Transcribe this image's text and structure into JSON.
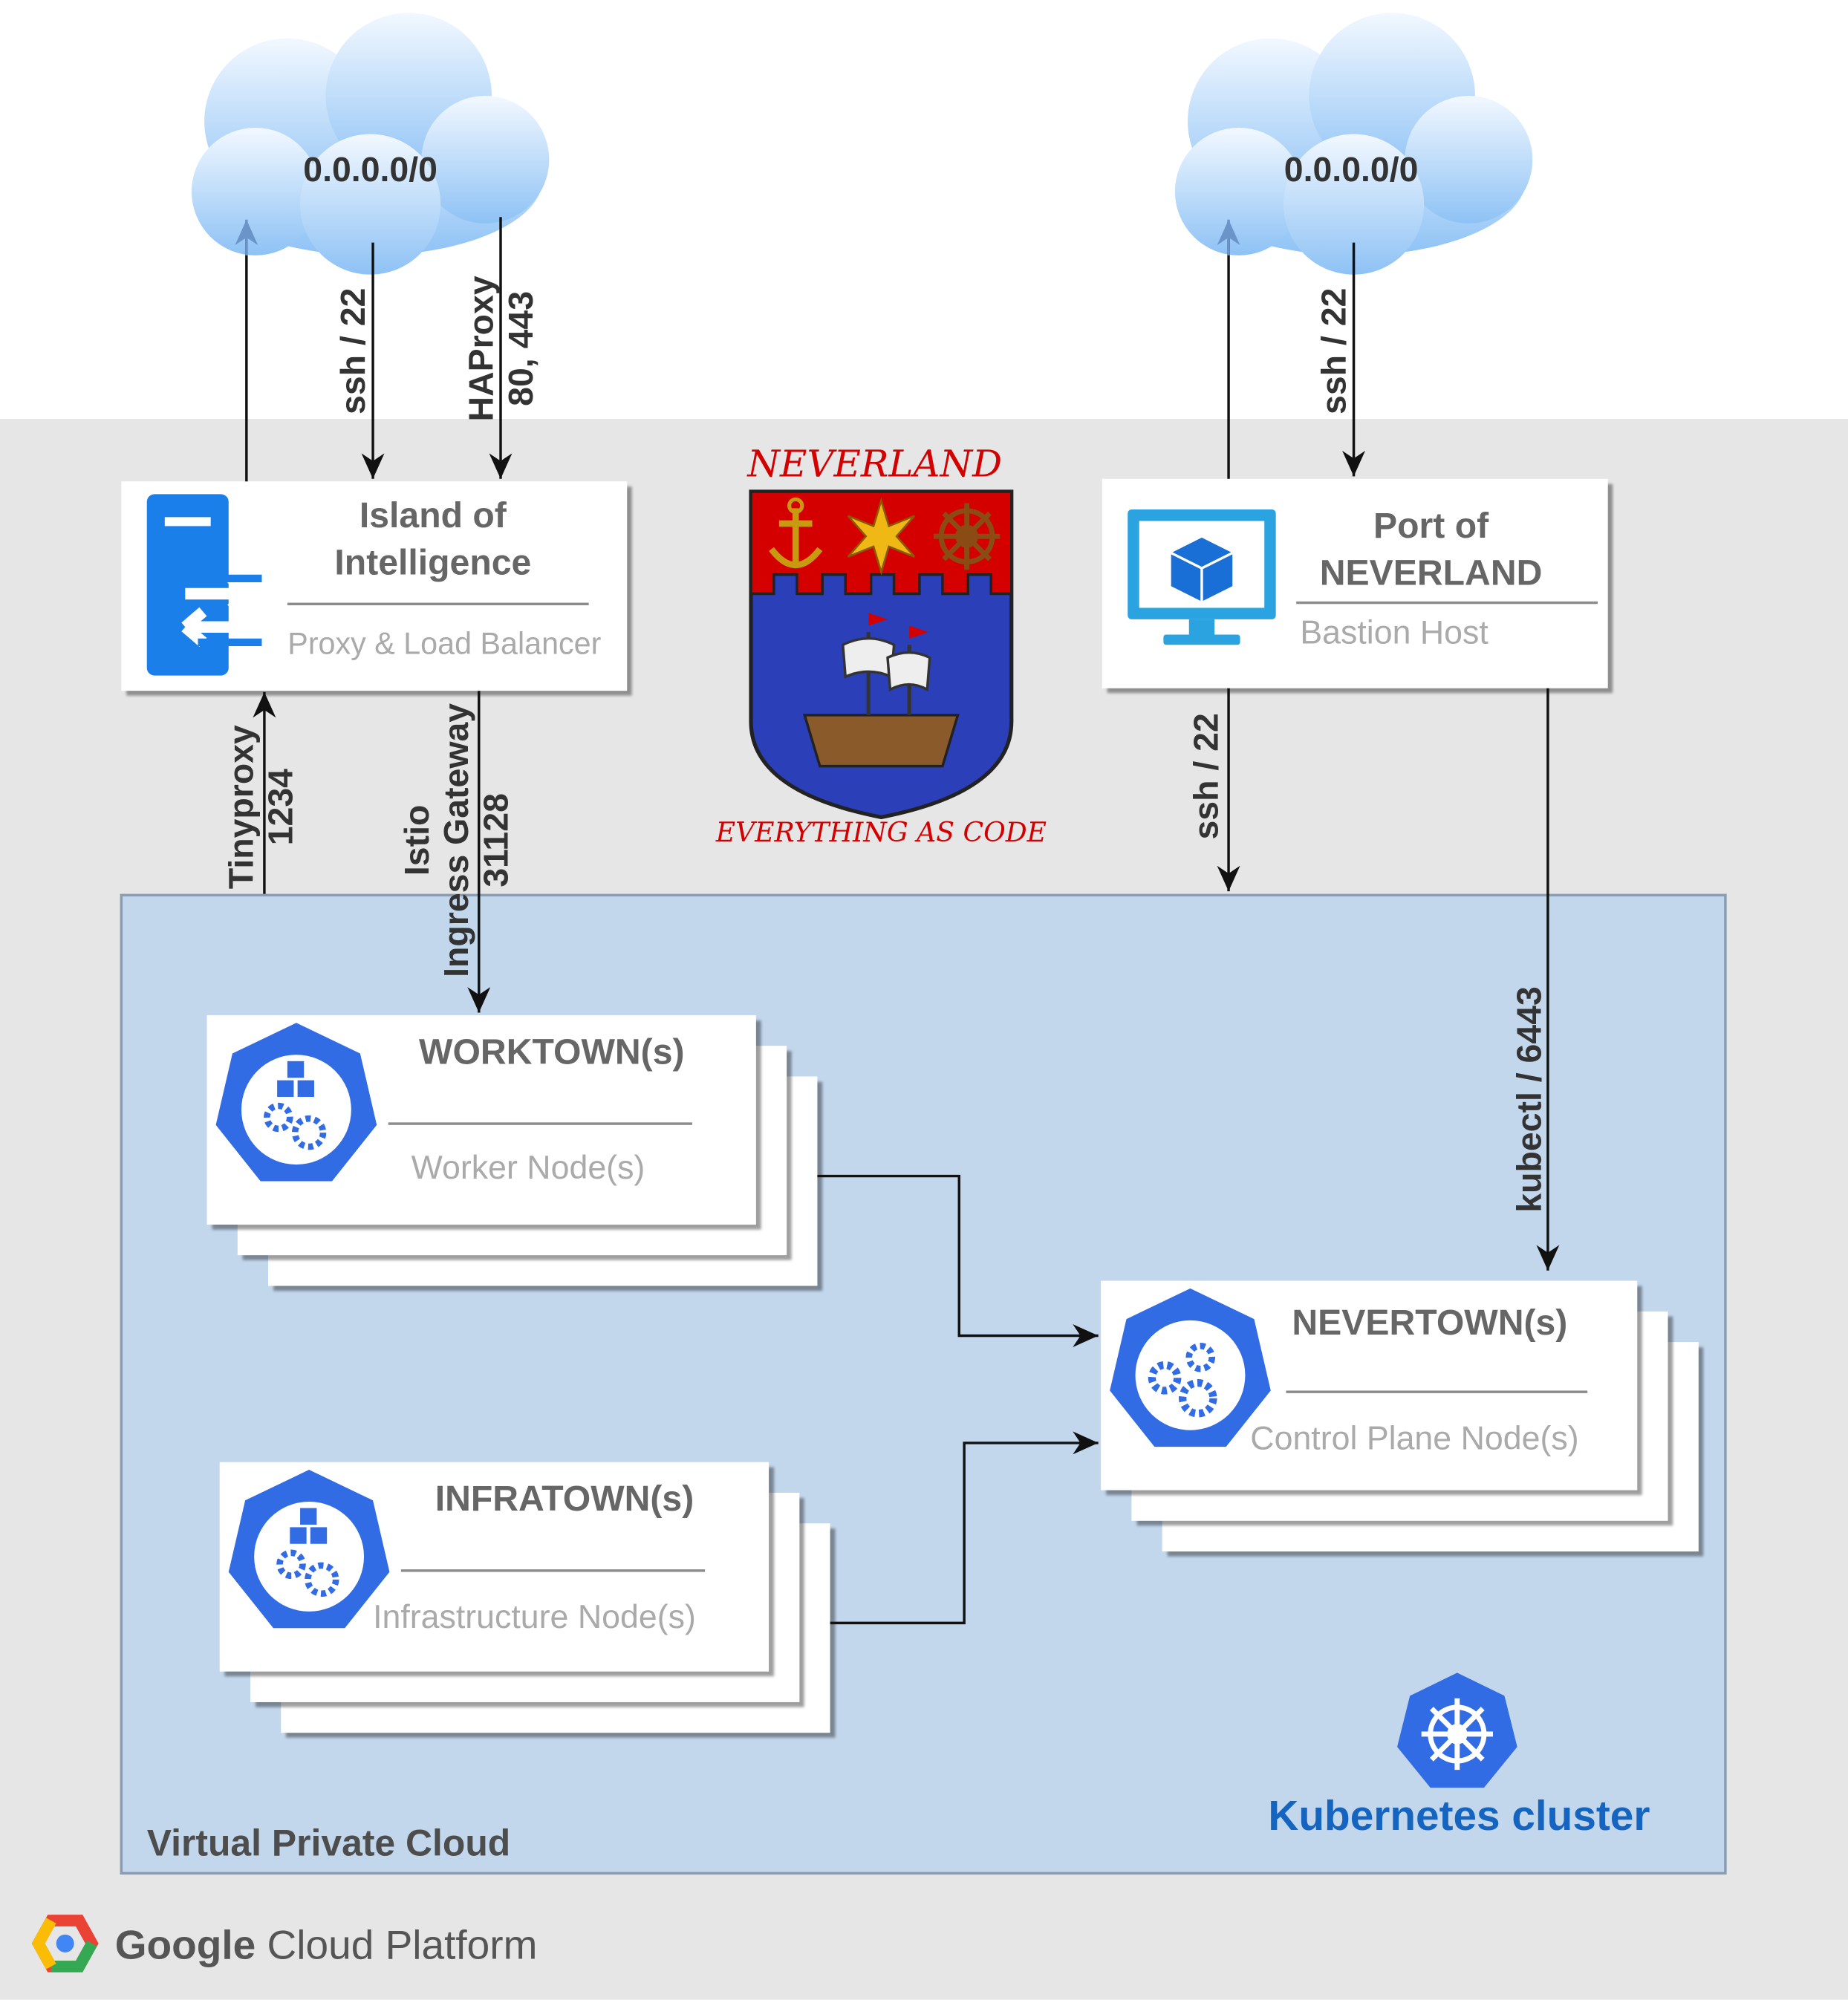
{
  "clouds": [
    {
      "id": "left",
      "label": "0.0.0.0/0"
    },
    {
      "id": "right",
      "label": "0.0.0.0/0"
    }
  ],
  "connections": {
    "proxy_ssh": "ssh / 22",
    "haproxy_line1": "HAProxy",
    "haproxy_line2": "80, 443",
    "bastion_ssh_in": "ssh / 22",
    "bastion_ssh_vpc": "ssh / 22",
    "tinyproxy_line1": "Tinyproxy",
    "tinyproxy_line2": "1234",
    "istio_line1": "Istio",
    "istio_line2": "Ingress Gateway",
    "istio_line3": "31128",
    "kubectl": "kubectl / 6443"
  },
  "proxy": {
    "title_line1": "Island of",
    "title_line2": "Intelligence",
    "subtitle": "Proxy & Load Balancer"
  },
  "bastion": {
    "title_line1": "Port of",
    "title_line2": "NEVERLAND",
    "subtitle": "Bastion Host"
  },
  "crest": {
    "top_text": "NEVERLAND",
    "motto": "EVERYTHING AS CODE"
  },
  "workers": {
    "title": "WORKTOWN(s)",
    "subtitle": "Worker Node(s)"
  },
  "infra": {
    "title": "INFRATOWN(s)",
    "subtitle": "Infrastructure Node(s)"
  },
  "control": {
    "title": "NEVERTOWN(s)",
    "subtitle": "Control Plane Node(s)"
  },
  "vpc": {
    "label": "Virtual Private Cloud"
  },
  "k8s": {
    "label": "Kubernetes cluster"
  },
  "platform": {
    "brand": "Google",
    "product": "Cloud Platform"
  },
  "colors": {
    "gcp_background": "#e6e6e6",
    "vpc_fill": "#c2d6ec",
    "k8s_blue": "#326ce5",
    "label_blue": "#1565c0",
    "crest_red": "#d40000",
    "crest_blue": "#2a3fb8"
  },
  "icons": [
    "cloud-icon",
    "server-proxy-icon",
    "monitor-cube-icon",
    "kubernetes-node-icon",
    "kubernetes-helm-icon",
    "google-cloud-icon",
    "coat-of-arms"
  ]
}
